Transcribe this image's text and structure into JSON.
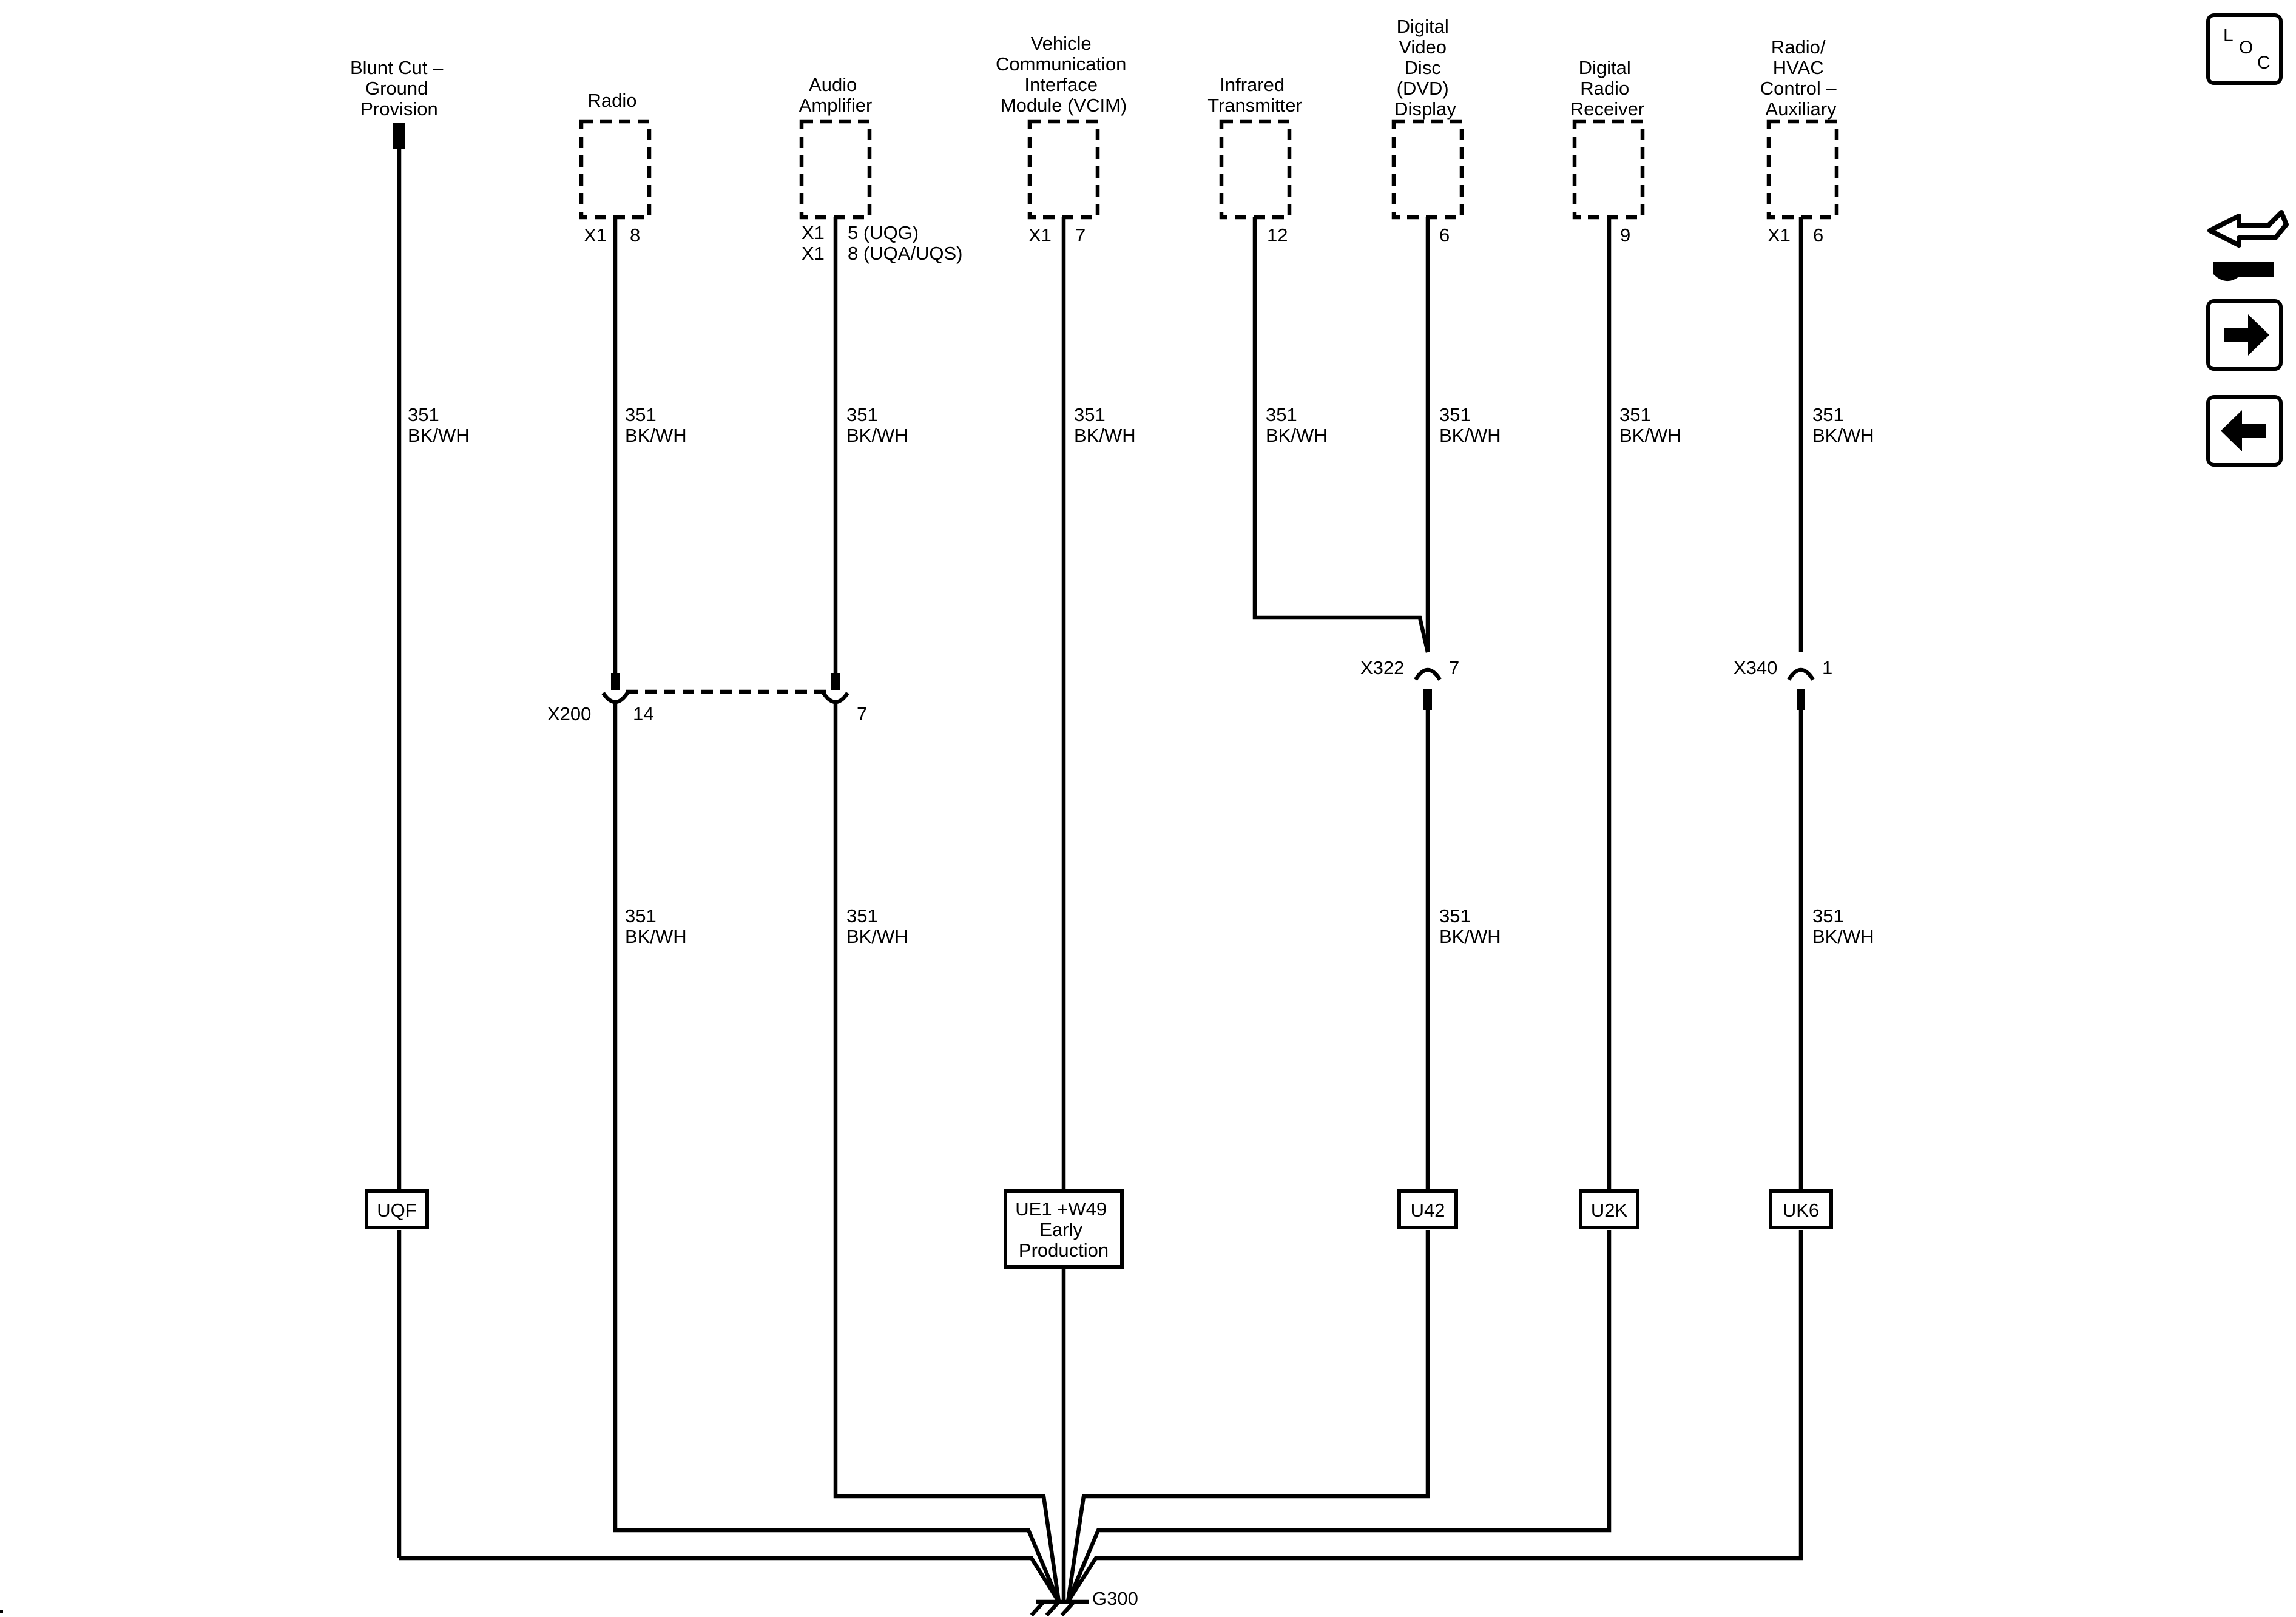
{
  "components": {
    "blunt_cut": [
      "Blunt Cut –",
      "Ground",
      "Provision"
    ],
    "radio": [
      "Radio"
    ],
    "audio_amp": [
      "Audio",
      "Amplifier"
    ],
    "vcim": [
      "Vehicle",
      "Communication",
      "Interface",
      "Module (VCIM)"
    ],
    "ir_tx": [
      "Infrared",
      "Transmitter"
    ],
    "dvd": [
      "Digital",
      "Video",
      "Disc",
      "(DVD)",
      "Display"
    ],
    "dig_radio": [
      "Digital",
      "Radio",
      "Receiver"
    ],
    "hvac": [
      "Radio/",
      "HVAC",
      "Control –",
      "Auxiliary"
    ]
  },
  "pins": {
    "radio": {
      "conn": "X1",
      "pin": "8"
    },
    "audio_amp": {
      "conn1": "X1",
      "pin1": "5 (UQG)",
      "conn2": "X1",
      "pin2": "8 (UQA/UQS)"
    },
    "vcim": {
      "conn": "X1",
      "pin": "7"
    },
    "ir_tx": {
      "pin": "12"
    },
    "dvd": {
      "pin": "6"
    },
    "dig_radio": {
      "pin": "9"
    },
    "hvac": {
      "conn": "X1",
      "pin": "6"
    }
  },
  "wire": {
    "circuit": "351",
    "color": "BK/WH"
  },
  "inline_connectors": {
    "x200": {
      "name": "X200",
      "pin_radio": "14",
      "pin_amp": "7"
    },
    "x322": {
      "name": "X322",
      "pin": "7"
    },
    "x340": {
      "name": "X340",
      "pin": "1"
    }
  },
  "options": {
    "uqf": [
      "UQF"
    ],
    "ue1": [
      "UE1 +W49",
      "Early",
      "Production"
    ],
    "u42": [
      "U42"
    ],
    "u2k": [
      "U2K"
    ],
    "uk6": [
      "UK6"
    ]
  },
  "ground": {
    "name": "G300"
  },
  "sidebar": {
    "loc_l": "L",
    "loc_o": "O",
    "loc_c": "C",
    "icons": [
      "connector-repair-icon",
      "next-arrow-icon",
      "previous-arrow-icon"
    ]
  }
}
